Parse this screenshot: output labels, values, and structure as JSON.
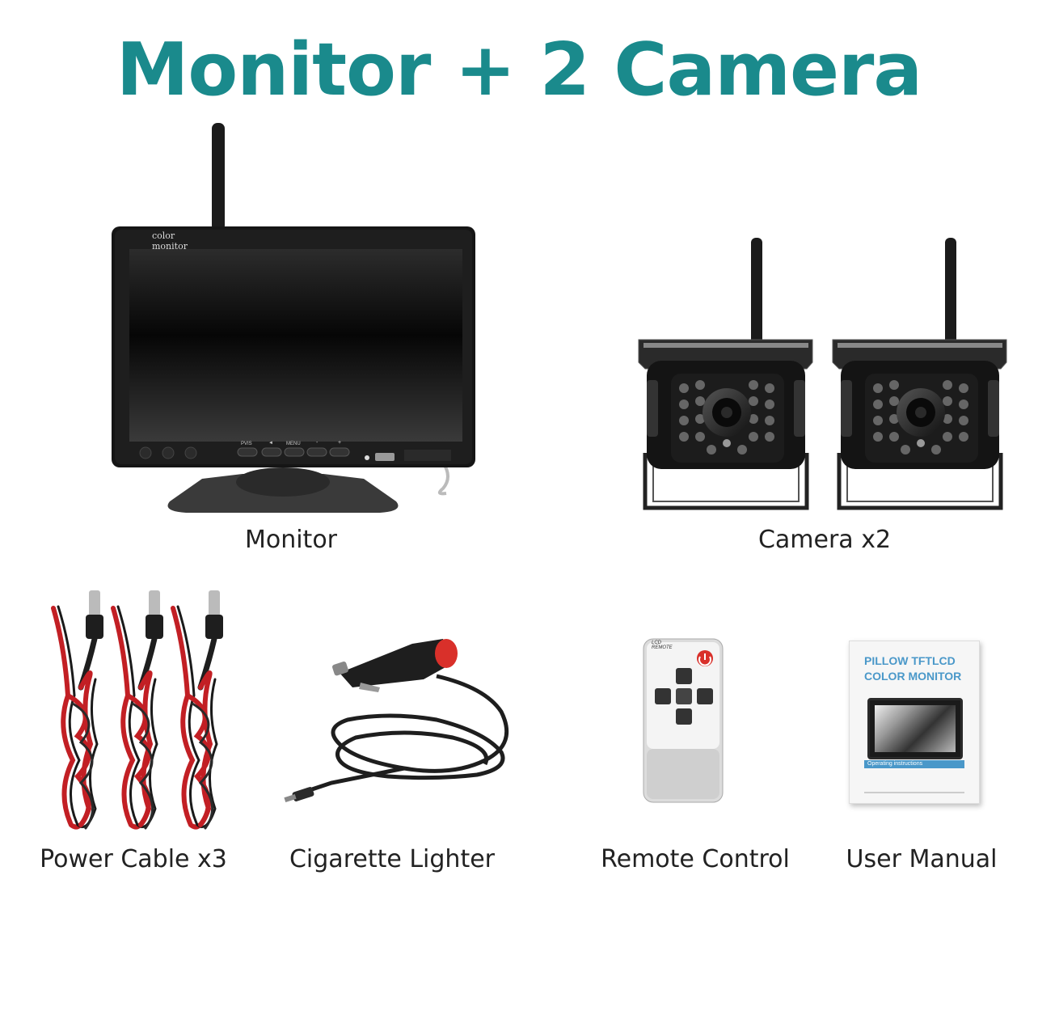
{
  "page": {
    "title": "Monitor + 2 Camera"
  },
  "items": [
    {
      "label": "Monitor",
      "icon": "monitor-icon",
      "screen_text": "color monitor",
      "buttons": [
        "PVIS",
        "◄",
        "MENU",
        "-",
        "+"
      ]
    },
    {
      "label": "Camera x2",
      "icon": "camera-icon"
    },
    {
      "label": "Power Cable x3",
      "icon": "power-cable-icon"
    },
    {
      "label": "Cigarette Lighter",
      "icon": "cigarette-lighter-icon"
    },
    {
      "label": "Remote Control",
      "icon": "remote-control-icon",
      "header": "LCD REMOTE"
    },
    {
      "label": "User Manual",
      "icon": "user-manual-icon",
      "cover_title_1": "PILLOW TFTLCD",
      "cover_title_2": "COLOR MONITOR",
      "cover_sub": "Operating instructions"
    }
  ],
  "colors": {
    "title": "#1a8a8c",
    "device": "#1b1b1b",
    "cable_red": "#c21f24",
    "accent_red": "#d9302a",
    "manual_blue": "#4a98c9"
  }
}
